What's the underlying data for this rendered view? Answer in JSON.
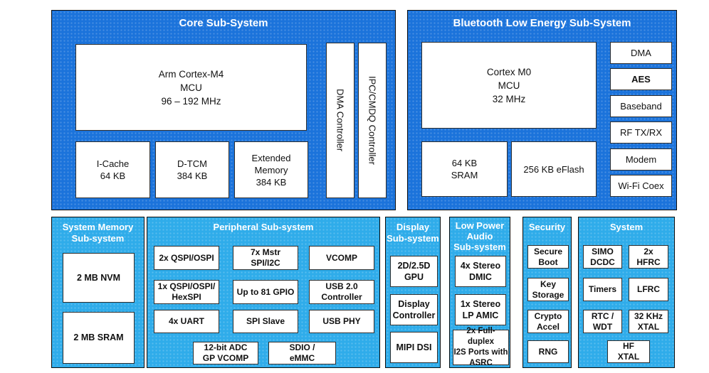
{
  "colors": {
    "dark_blue": "#1B73DB",
    "light_blue": "#2FACEA",
    "box_border": "#2e2e2e",
    "header_text": "#ffffff",
    "label_text": "#111111"
  },
  "core": {
    "title": "Core Sub-System",
    "mcu": "Arm Cortex-M4\nMCU\n96 – 192 MHz",
    "icache": "I-Cache\n64 KB",
    "dtcm": "D-TCM\n384 KB",
    "extended_memory": "Extended\nMemory\n384 KB",
    "dma_controller": "DMA Controller",
    "ipc_controller": "IPC/CMDQ Controller"
  },
  "ble": {
    "title": "Bluetooth Low Energy Sub-System",
    "mcu": "Cortex M0\nMCU\n32 MHz",
    "sram": "64 KB\nSRAM",
    "eflash": "256 KB eFlash",
    "blocks": [
      "DMA",
      "AES",
      "Baseband",
      "RF TX/RX",
      "Modem",
      "Wi-Fi Coex"
    ]
  },
  "memory": {
    "title": "System Memory\nSub-system",
    "blocks": [
      "2 MB NVM",
      "2 MB SRAM"
    ]
  },
  "peripheral": {
    "title": "Peripheral Sub-system",
    "rows": [
      [
        "2x QSPI/OSPI",
        "7x Mstr\nSPI/I2C",
        "VCOMP"
      ],
      [
        "1x QSPI/OSPI/\nHexSPI",
        "Up to 81 GPIO",
        "USB 2.0\nController"
      ],
      [
        "4x UART",
        "SPI Slave",
        "USB PHY"
      ],
      [
        "12-bit ADC\nGP VCOMP",
        "SDIO /\neMMC"
      ]
    ]
  },
  "display": {
    "title": "Display\nSub-system",
    "blocks": [
      "2D/2.5D\nGPU",
      "Display\nController",
      "MIPI DSI"
    ]
  },
  "audio": {
    "title": "Low Power\nAudio\nSub-system",
    "blocks": [
      "4x Stereo\nDMIC",
      "1x Stereo\nLP AMIC",
      "2x Full-duplex\nI2S Ports with\nASRC"
    ]
  },
  "security": {
    "title": "Security",
    "blocks": [
      "Secure\nBoot",
      "Key\nStorage",
      "Crypto\nAccel",
      "RNG"
    ]
  },
  "system": {
    "title": "System",
    "col1": [
      "SIMO\nDCDC",
      "Timers",
      "RTC /\nWDT"
    ],
    "col2": [
      "2x\nHFRC",
      "LFRC",
      "32 KHz\nXTAL"
    ],
    "hf_xtal": "HF\nXTAL"
  }
}
